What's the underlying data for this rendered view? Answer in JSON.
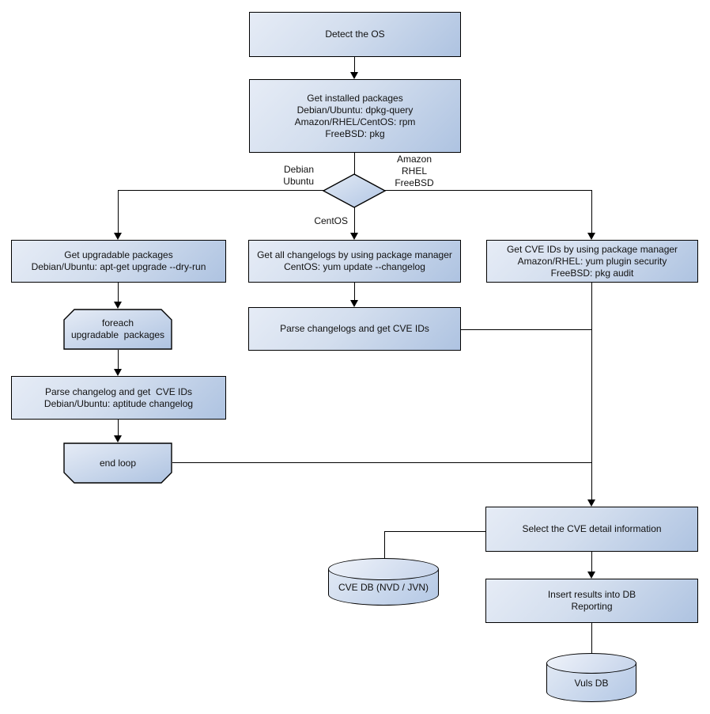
{
  "diagram": {
    "name": "vulnerability-scan-flowchart",
    "background": "#ffffff"
  },
  "colors": {
    "node_border": "#000000",
    "node_fill_light": "#e6ecf6",
    "node_fill_dark": "#aec3e1",
    "cylinder_top_light": "#eff3fa",
    "cylinder_top_dark": "#c5d3ea",
    "edge": "#000000",
    "text": "#111111"
  },
  "nodes": {
    "detect_os": {
      "label": "Detect the OS"
    },
    "get_installed_packages": {
      "label": "Get installed packages\nDebian/Ubuntu: dpkg-query\nAmazon/RHEL/CentOS: rpm\nFreeBSD: pkg"
    },
    "get_upgradable_packages": {
      "label": "Get upgradable packages\nDebian/Ubuntu: apt-get upgrade --dry-run"
    },
    "foreach_loop": {
      "label": "foreach\nupgradable  packages"
    },
    "parse_changelog_debian": {
      "label": "Parse changelog and get  CVE IDs\nDebian/Ubuntu: aptitude changelog"
    },
    "end_loop": {
      "label": "end loop"
    },
    "get_all_changelogs": {
      "label": "Get all changelogs by using package manager\nCentOS: yum update --changelog"
    },
    "parse_changelogs": {
      "label": "Parse changelogs and get CVE IDs"
    },
    "get_cve_ids": {
      "label": "Get CVE IDs by using package manager\nAmazon/RHEL: yum plugin security\nFreeBSD: pkg audit"
    },
    "select_cve_detail": {
      "label": "Select the CVE detail information"
    },
    "insert_results": {
      "label": "Insert results into DB\nReporting"
    },
    "cve_db": {
      "label": "CVE DB (NVD / JVN)"
    },
    "vuls_db": {
      "label": "Vuls DB"
    }
  },
  "edge_labels": {
    "debian_ubuntu": "Debian\nUbuntu",
    "amazon_rhel_freebsd": "Amazon\nRHEL\nFreeBSD",
    "centos": "CentOS"
  }
}
